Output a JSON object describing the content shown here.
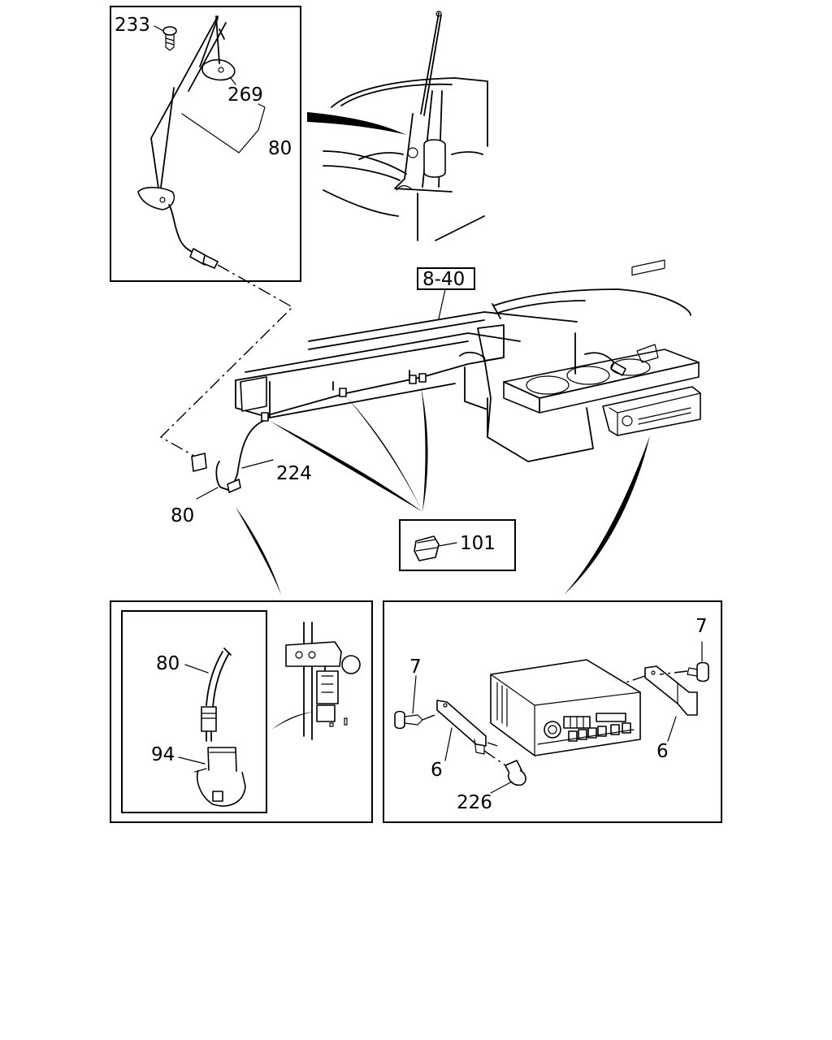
{
  "labels": {
    "screw_top": "233",
    "antenna_base": "269",
    "antenna_callout_top": "80",
    "section_ref": "8-40",
    "cable": "224",
    "antenna_plug": "80",
    "clip": "101",
    "detail_cable": "80",
    "detail_holder": "94",
    "screw_left": "7",
    "screw_right": "7",
    "bracket_left": "6",
    "bracket_right": "6",
    "bolt": "226"
  }
}
